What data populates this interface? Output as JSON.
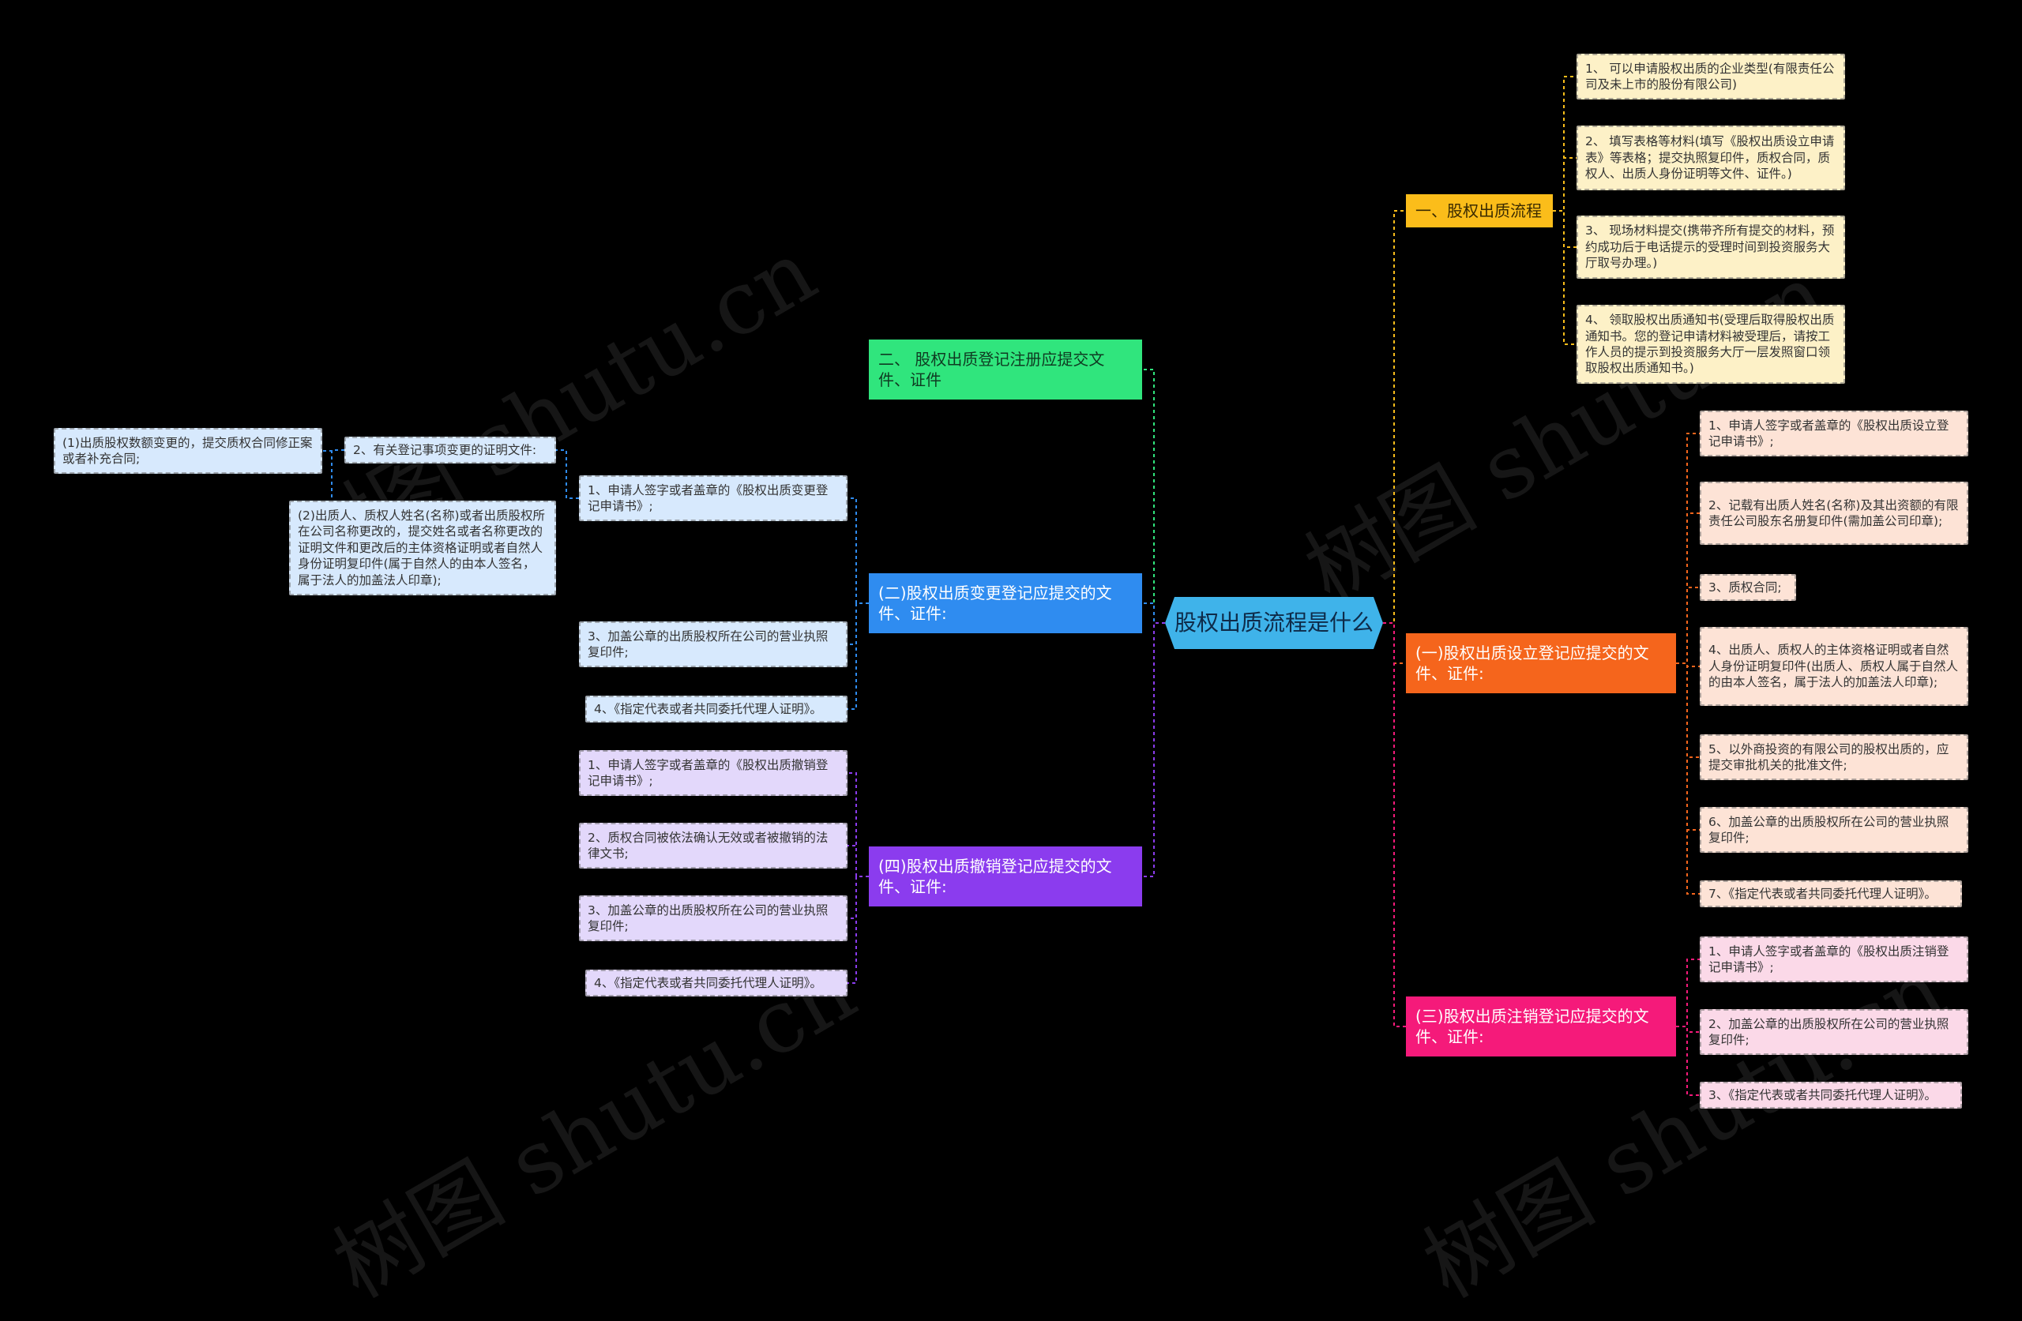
{
  "root": {
    "label": "股权出质流程是什么"
  },
  "watermark": {
    "text": "树图 shutu.cn"
  },
  "colors": {
    "yellow": "#fbbd1a",
    "yellow_leaf": "#fdf1c7",
    "orange": "#f5651c",
    "orange_leaf": "#fde3d6",
    "pink": "#f51a7a",
    "pink_leaf": "#fbd9e8",
    "green": "#30e57d",
    "blue": "#2f8cf0",
    "blue_leaf": "#d7e9fd",
    "purple": "#8b3cee",
    "purple_leaf": "#e3d8fb"
  },
  "right": {
    "b1": {
      "label": "一、股权出质流程",
      "leaves": [
        "1、 可以申请股权出质的企业类型(有限责任公司及未上市的股份有限公司)",
        "2、 填写表格等材料(填写《股权出质设立申请表》等表格；提交执照复印件，质权合同，质权人、出质人身份证明等文件、证件。)",
        "3、 现场材料提交(携带齐所有提交的材料，预约成功后于电话提示的受理时间到投资服务大厅取号办理。)",
        "4、 领取股权出质通知书(受理后取得股权出质通知书。您的登记申请材料被受理后，请按工作人员的提示到投资服务大厅一层发照窗口领取股权出质通知书。)"
      ]
    },
    "b2": {
      "label": "(一)股权出质设立登记应提交的文件、证件:",
      "leaves": [
        "1、申请人签字或者盖章的《股权出质设立登记申请书》;",
        "2、记载有出质人姓名(名称)及其出资额的有限责任公司股东名册复印件(需加盖公司印章);",
        "3、质权合同;",
        "4、出质人、质权人的主体资格证明或者自然人身份证明复印件(出质人、质权人属于自然人的由本人签名，属于法人的加盖法人印章);",
        "5、以外商投资的有限公司的股权出质的，应提交审批机关的批准文件;",
        "6、加盖公章的出质股权所在公司的营业执照复印件;",
        "7、《指定代表或者共同委托代理人证明》。"
      ]
    },
    "b3": {
      "label": "(三)股权出质注销登记应提交的文件、证件:",
      "leaves": [
        "1、申请人签字或者盖章的《股权出质注销登记申请书》;",
        "2、加盖公章的出质股权所在公司的营业执照复印件;",
        "3、《指定代表或者共同委托代理人证明》。"
      ]
    }
  },
  "left": {
    "b4": {
      "label": "二、 股权出质登记注册应提交文件、证件"
    },
    "b5": {
      "label": "(二)股权出质变更登记应提交的文件、证件:",
      "leaf1": "1、申请人签字或者盖章的《股权出质变更登记申请书》;",
      "leaf2": "2、有关登记事项变更的证明文件:",
      "leaf2_children": [
        "(1)出质股权数额变更的，提交质权合同修正案或者补充合同;",
        "(2)出质人、质权人姓名(名称)或者出质股权所在公司名称更改的，提交姓名或者名称更改的证明文件和更改后的主体资格证明或者自然人身份证明复印件(属于自然人的由本人签名，属于法人的加盖法人印章);"
      ],
      "leaf3": "3、加盖公章的出质股权所在公司的营业执照复印件;",
      "leaf4": "4、《指定代表或者共同委托代理人证明》。"
    },
    "b6": {
      "label": "(四)股权出质撤销登记应提交的文件、证件:",
      "leaves": [
        "1、申请人签字或者盖章的《股权出质撤销登记申请书》;",
        "2、质权合同被依法确认无效或者被撤销的法律文书;",
        "3、加盖公章的出质股权所在公司的营业执照复印件;",
        "4、《指定代表或者共同委托代理人证明》。"
      ]
    }
  }
}
